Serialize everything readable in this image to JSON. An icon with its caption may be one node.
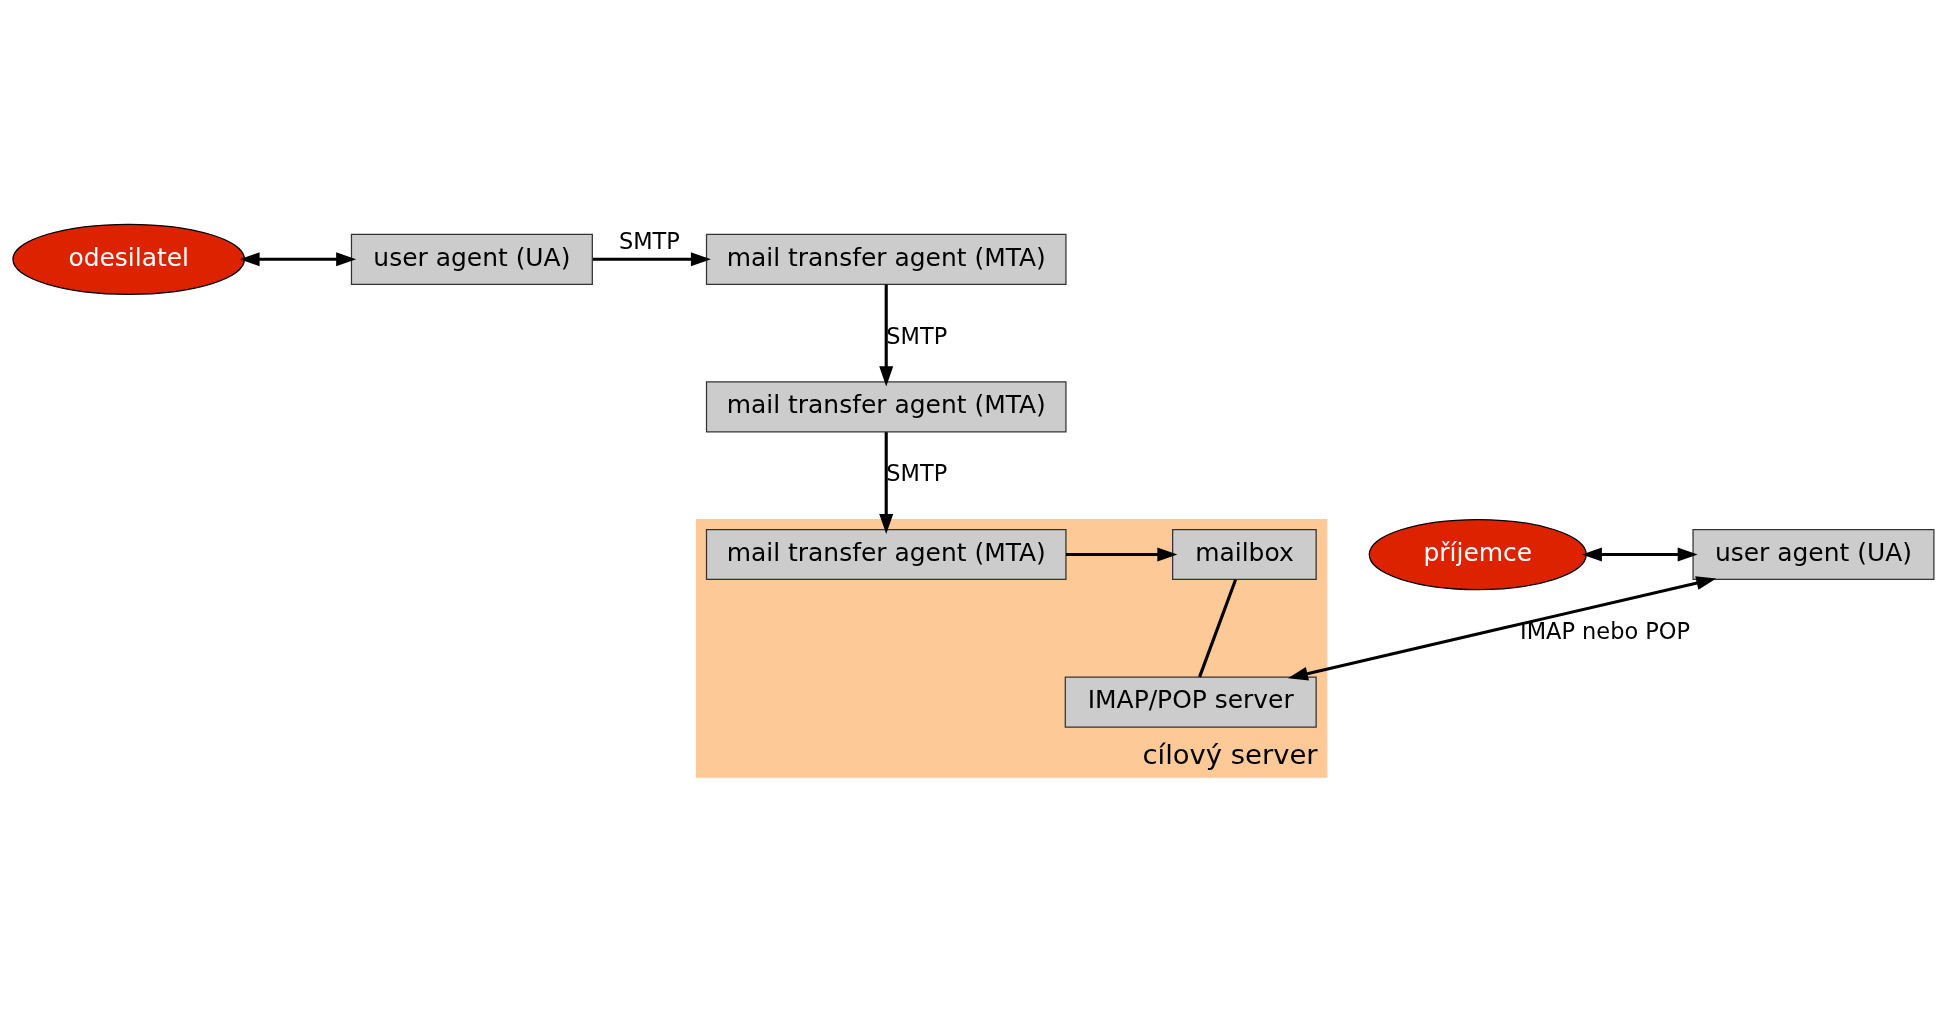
{
  "diagram": {
    "nodes": [
      {
        "text": [
          "odesilatel"
        ]
      },
      {
        "text": [
          "user agent (UA)"
        ]
      },
      {
        "text": [
          "mail transfer agent (MTA)"
        ]
      },
      {
        "text": [
          "mail transfer agent (MTA)"
        ]
      },
      {
        "text": [
          "cílový server"
        ]
      },
      {
        "text": [
          "mailbox"
        ],
        "in": 4
      },
      {
        "text": [
          "mail transfer agent (MTA)"
        ],
        "in": 4
      },
      {
        "text": [
          "IMAP/POP server"
        ],
        "in": 4
      },
      {
        "text": [
          "příjemce"
        ]
      },
      {
        "text": [
          "user agent (UA)"
        ]
      }
    ],
    "edges": [
      {
        "from": 0,
        "to": 1,
        "arrow": "both"
      },
      {
        "from": 1,
        "to": 2,
        "arrow": "to",
        "label": "SMTP"
      },
      {
        "from": 2,
        "to": 3,
        "arrow": "to",
        "label": "SMTP"
      },
      {
        "from": 3,
        "to": 6,
        "arrow": "to",
        "label": "SMTP"
      },
      {
        "from": 6,
        "to": 5,
        "arrow": "to"
      },
      {
        "from": 5,
        "to": 7,
        "arrow": "none"
      },
      {
        "from": 9,
        "to": 7,
        "arrow": "both",
        "label": "IMAP nebo POP"
      },
      {
        "from": 8,
        "to": 9,
        "arrow": "both"
      }
    ]
  }
}
